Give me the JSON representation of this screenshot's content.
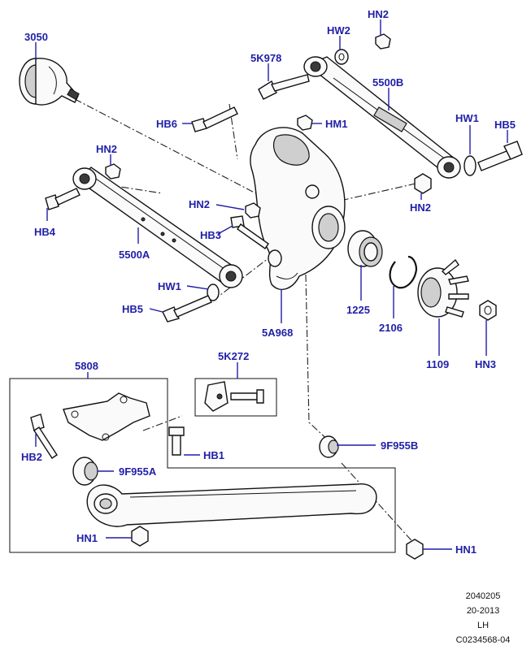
{
  "callouts": {
    "c3050": "3050",
    "hn2_top": "HN2",
    "hw2": "HW2",
    "k5k978": "5K978",
    "k5500b": "5500B",
    "hb6": "HB6",
    "hm1": "HM1",
    "hw1_right": "HW1",
    "hb5_right": "HB5",
    "hn2_left": "HN2",
    "hb4": "HB4",
    "hn2_mid": "HN2",
    "hb3": "HB3",
    "hn2_right": "HN2",
    "k5500a": "5500A",
    "hw1_left": "HW1",
    "hb5_left": "HB5",
    "k5a968": "5A968",
    "k1225": "1225",
    "k2106": "2106",
    "k1109": "1109",
    "hn3": "HN3",
    "k5808": "5808",
    "k5k272": "5K272",
    "hb2": "HB2",
    "hb1": "HB1",
    "k9f955a": "9F955A",
    "k9f955b": "9F955B",
    "hn1_left": "HN1",
    "hn1_right": "HN1"
  },
  "footer": {
    "code1": "2040205",
    "code2": "20-2013",
    "side": "LH",
    "ref": "C0234568-04"
  }
}
